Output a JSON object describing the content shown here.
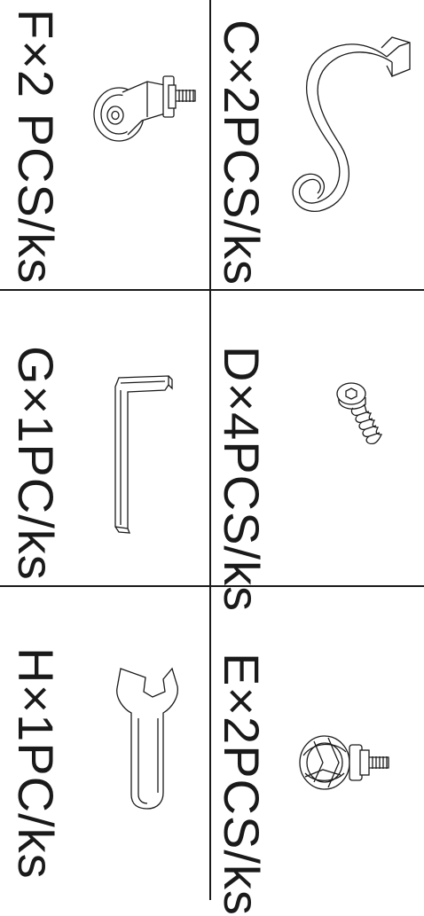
{
  "parts": [
    {
      "id": "F",
      "label": "F×2 PCS/ks",
      "icon": "caster-wheel-icon"
    },
    {
      "id": "C",
      "label": "C×2PCS/ks",
      "icon": "s-hook-icon"
    },
    {
      "id": "G",
      "label": "G×1PC/ks",
      "icon": "allen-key-icon"
    },
    {
      "id": "D",
      "label": "D×4PCS/ks",
      "icon": "hex-socket-screw-icon"
    },
    {
      "id": "H",
      "label": "H×1PC/ks",
      "icon": "open-end-wrench-icon"
    },
    {
      "id": "E",
      "label": "E×2PCS/ks",
      "icon": "locking-caster-icon"
    }
  ],
  "colors": {
    "ink": "#1a1a1a",
    "paper": "#ffffff"
  }
}
